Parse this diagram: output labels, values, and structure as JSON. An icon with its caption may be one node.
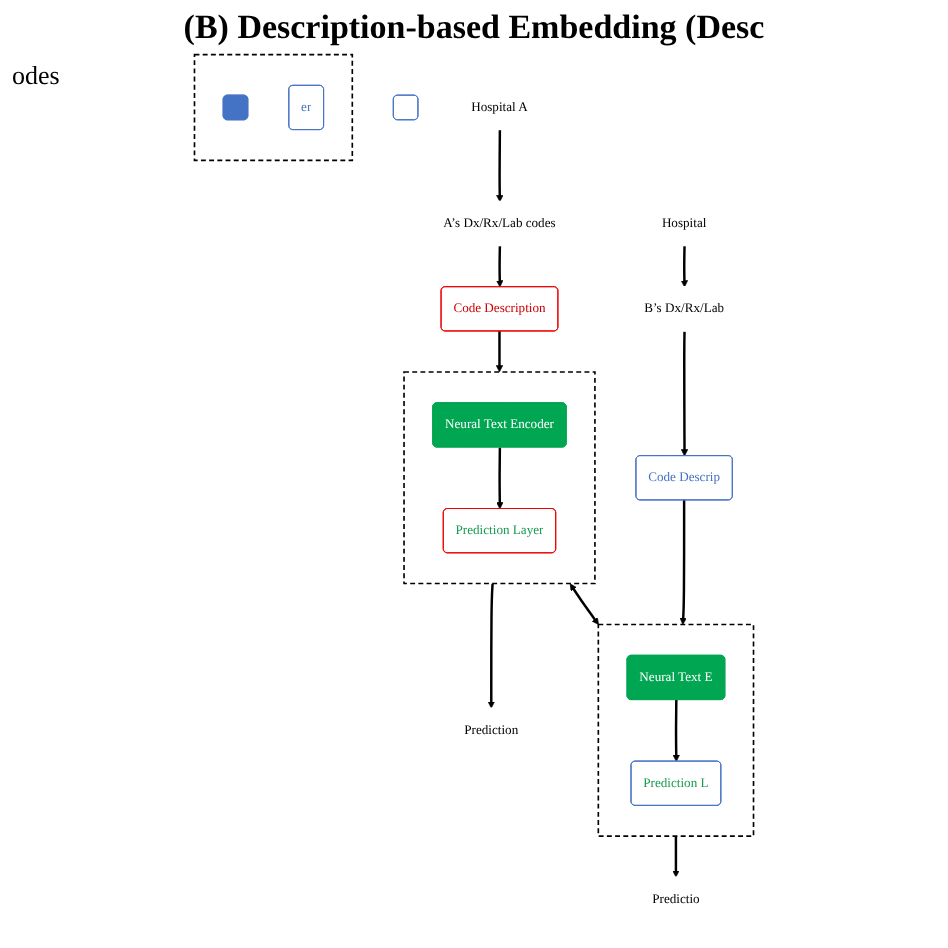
{
  "diagram": {
    "title": "(B) Description-based Embedding (Desc",
    "nodes": [
      {
        "text": [],
        "shape": "box"
      },
      {
        "text": [],
        "shape": "box"
      },
      {
        "text": [],
        "shape": "box",
        "in": 1
      },
      {
        "text": [
          "er"
        ],
        "in": 1
      },
      {
        "text": [
          "Hospital A"
        ]
      },
      {
        "text": [
          "A’s Dx/Rx/Lab codes"
        ]
      },
      {
        "text": [
          "Code Description"
        ]
      },
      {
        "text": [],
        "shape": "box"
      },
      {
        "text": [
          "Neural Text Encoder"
        ],
        "in": 7
      },
      {
        "text": [
          "Prediction Layer"
        ],
        "in": 7
      },
      {
        "text": [
          "Prediction"
        ]
      },
      {
        "text": [
          "Hospital"
        ]
      },
      {
        "text": [
          "B’s Dx/Rx/Lab"
        ]
      },
      {
        "text": [
          "Code Descrip"
        ]
      },
      {
        "text": [],
        "shape": "box"
      },
      {
        "text": [
          "Neural Text E"
        ],
        "in": 14
      },
      {
        "text": [
          "Prediction L"
        ],
        "in": 14
      },
      {
        "text": [
          "Predictio"
        ]
      }
    ],
    "edges": [
      {
        "from": 4,
        "to": 5,
        "arrow": "to"
      },
      {
        "from": 5,
        "to": 6,
        "arrow": "to"
      },
      {
        "from": 6,
        "to": 7,
        "arrow": "to"
      },
      {
        "from": 8,
        "to": 9,
        "arrow": "to"
      },
      {
        "from": 7,
        "to": 10,
        "arrow": "to"
      },
      {
        "from": 7,
        "to": 14,
        "arrow": "both"
      },
      {
        "from": 11,
        "to": 12,
        "arrow": "to"
      },
      {
        "from": 12,
        "to": 13,
        "arrow": "to"
      },
      {
        "from": 13,
        "to": 14,
        "arrow": "to"
      },
      {
        "from": 15,
        "to": 16,
        "arrow": "to"
      },
      {
        "from": 14,
        "to": 17,
        "arrow": "to"
      }
    ],
    "labels": [
      "odes"
    ]
  }
}
